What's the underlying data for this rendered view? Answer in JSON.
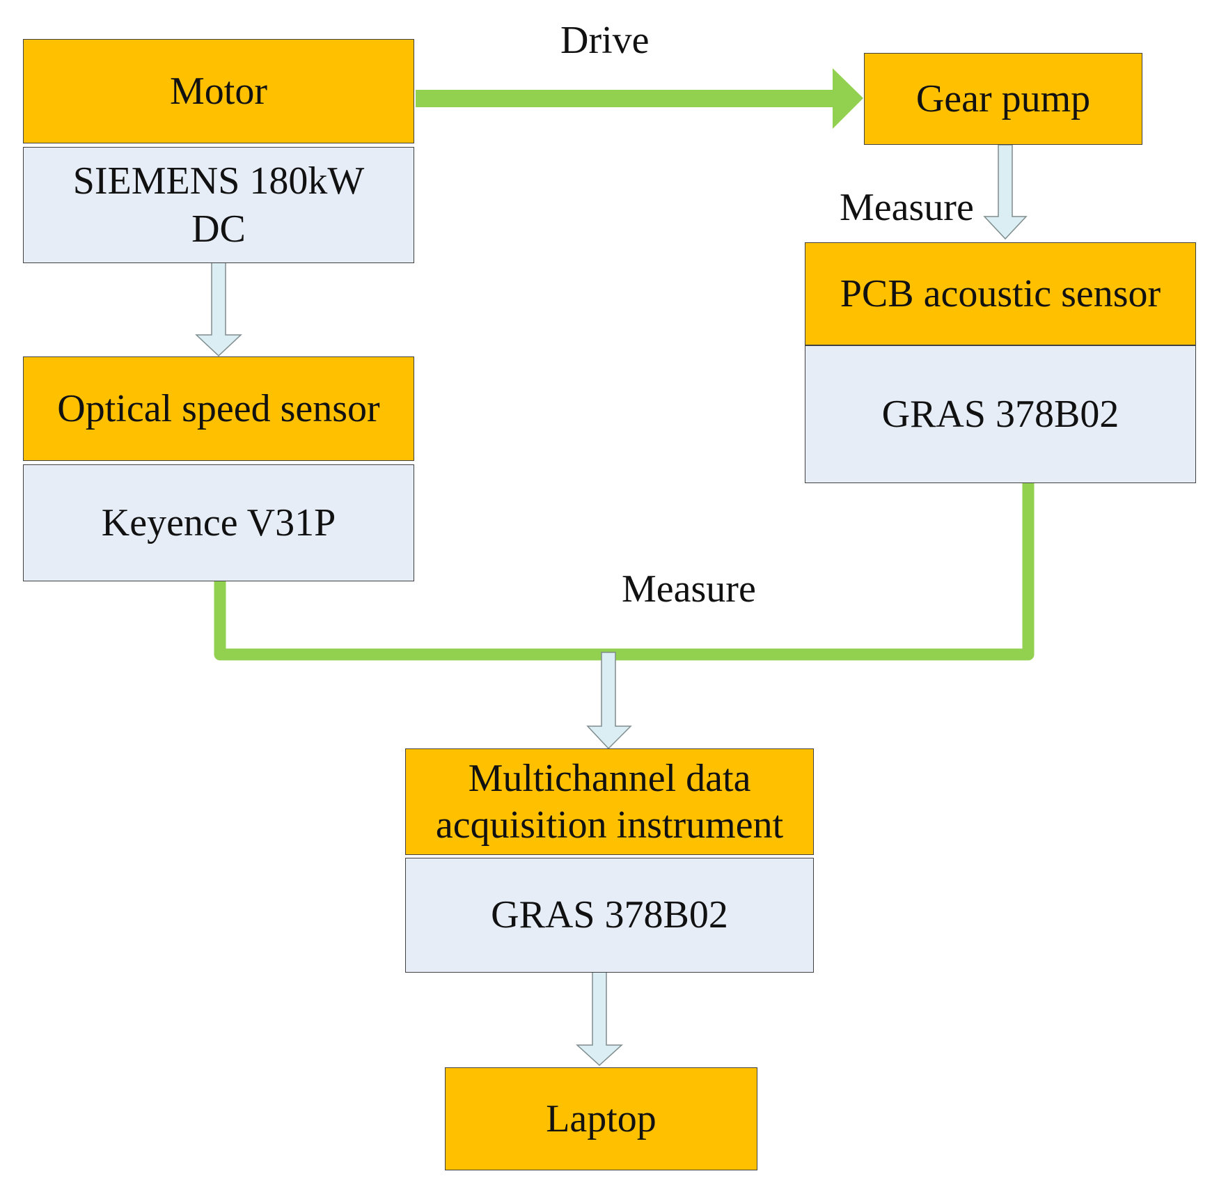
{
  "colors": {
    "header_fill": "#FFC000",
    "body_fill": "#E6EDF7",
    "drive_arrow": "#92D050",
    "measure_arrow_fill": "#DAEEF3",
    "border": "#404040"
  },
  "nodes": {
    "motor": {
      "title": "Motor",
      "detail": "SIEMENS 180kW DC"
    },
    "gear_pump": {
      "title": "Gear pump"
    },
    "optical_sensor": {
      "title": "Optical speed sensor",
      "detail": "Keyence V31P"
    },
    "acoustic_sensor": {
      "title": "PCB acoustic sensor",
      "detail": "GRAS 378B02"
    },
    "daq": {
      "title": "Multichannel data acquisition instrument",
      "detail": "GRAS 378B02"
    },
    "laptop": {
      "title": "Laptop"
    }
  },
  "edges": {
    "drive_label": "Drive",
    "measure_label_top": "Measure",
    "measure_label_bottom": "Measure"
  }
}
